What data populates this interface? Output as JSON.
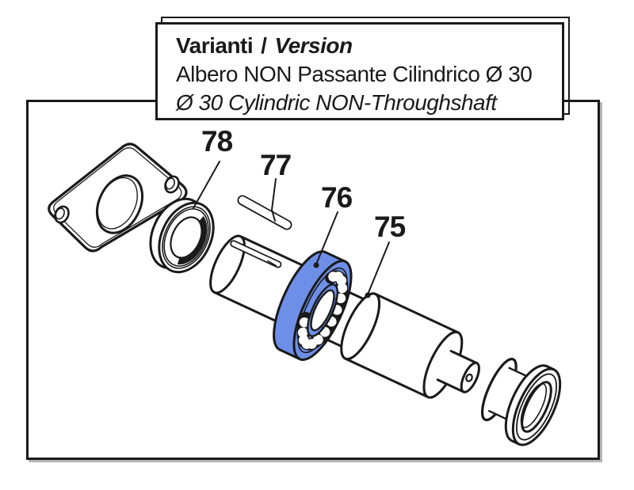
{
  "title_box": {
    "heading_it": "Varianti",
    "heading_sep": "/",
    "heading_en": "Version",
    "line_it": "Albero NON Passante Cilindrico Ø 30",
    "line_en": "Ø 30 Cylindric NON-Throughshaft"
  },
  "part_labels": {
    "p75": "75",
    "p76": "76",
    "p77": "77",
    "p78": "78"
  },
  "colors": {
    "highlight_blue": "#6e8fe8",
    "line_black": "#1a1a1a",
    "paper_white": "#ffffff"
  }
}
